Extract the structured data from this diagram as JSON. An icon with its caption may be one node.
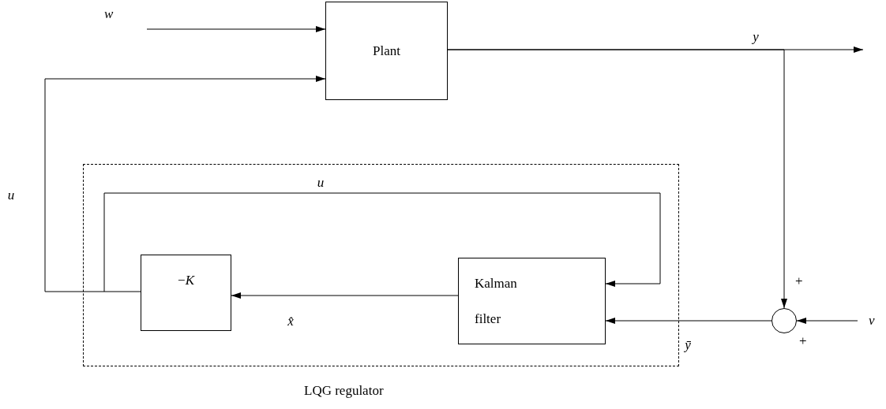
{
  "diagram": {
    "nodes": [
      {
        "text": [
          "w"
        ]
      },
      {
        "text": [
          "Plant"
        ]
      },
      {
        "text": [
          "LQG regulator"
        ]
      },
      {
        "text": [
          "−*K*"
        ],
        "in": 2
      },
      {
        "text": [
          "Kalman filter"
        ],
        "in": 2
      },
      {
        "text": [],
        "shape": "circle",
        "beside": [
          "+",
          "+"
        ]
      },
      {
        "text": [
          "v"
        ]
      }
    ],
    "edges": [
      {
        "from": 0,
        "to": 1,
        "arrow": "to"
      },
      {
        "from": 1,
        "to": null,
        "arrow": "to",
        "label": "y"
      },
      {
        "from": 1,
        "to": 5,
        "arrow": "to"
      },
      {
        "from": 6,
        "to": 5,
        "arrow": "to"
      },
      {
        "from": 5,
        "to": 4,
        "arrow": "to",
        "label": "ȳ"
      },
      {
        "from": 4,
        "to": 3,
        "arrow": "to",
        "label": "x̂"
      },
      {
        "from": 3,
        "to": 1,
        "arrow": "to",
        "label": "u"
      },
      {
        "from": 3,
        "to": 4,
        "arrow": "to",
        "label": "u"
      }
    ]
  }
}
